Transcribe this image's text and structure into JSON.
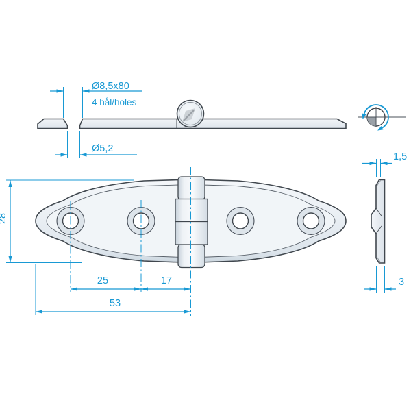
{
  "drawing": {
    "type": "technical-dimension-drawing",
    "subject": "marine strap hinge, three orthographic views",
    "colors": {
      "dimension_blue": "#1899d4",
      "outline_ink": "#40474e",
      "metal_light": "#f4f7fa",
      "metal_mid": "#e9eef3",
      "metal_dark": "#d3dce4",
      "quadrant_gray": "#9aa1a8",
      "watermark_gray": "#c6cbd0"
    },
    "views": {
      "side_view": {
        "labels": {
          "countersink_dim": "Ø8,5x80",
          "holes_note": "4 hål/holes",
          "hole_dim": "Ø5,2"
        }
      },
      "front_view": {
        "labels": {
          "height": "28",
          "hole_pitch": "25",
          "hole_to_center": "17",
          "edge_to_center": "53"
        },
        "hole_count": 4,
        "knuckle_segments": 4
      },
      "profile_view": {
        "labels": {
          "plate_thickness": "1,5",
          "overall_thickness": "3"
        }
      }
    },
    "icons": [
      {
        "name": "rotation-arrow-icon",
        "meaning": "pivot rotation around hinge pin"
      },
      {
        "name": "pin-cross-symbol",
        "meaning": "pin end with quadrant fill"
      },
      {
        "name": "logo-watermark-icon",
        "meaning": "manufacturer watermark in knuckle"
      }
    ]
  }
}
